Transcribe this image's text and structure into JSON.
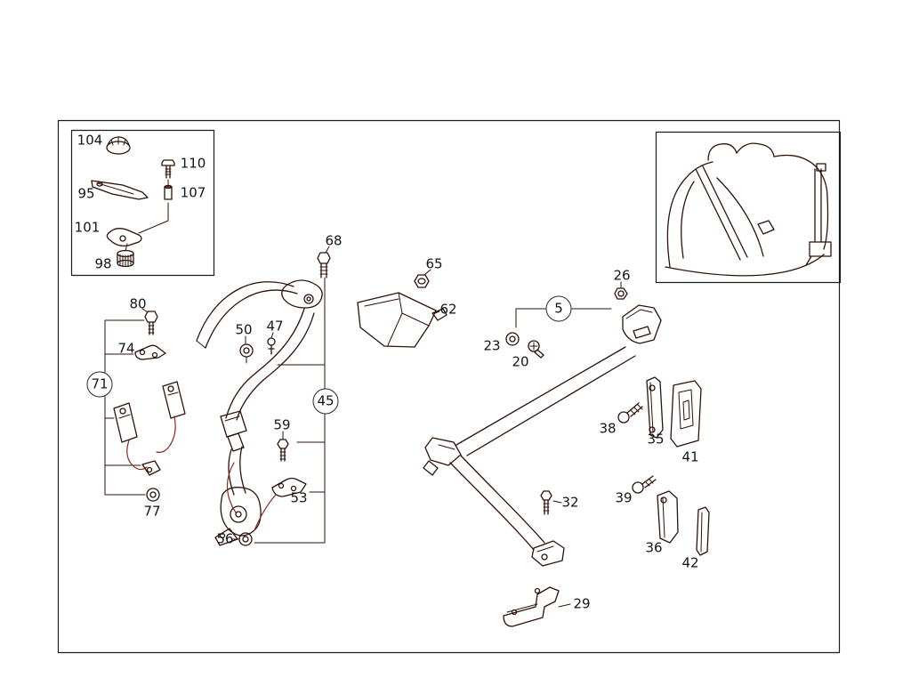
{
  "diagram": {
    "callouts": [
      {
        "label": "104",
        "circled": false
      },
      {
        "label": "110",
        "circled": false
      },
      {
        "label": "95",
        "circled": false
      },
      {
        "label": "107",
        "circled": false
      },
      {
        "label": "101",
        "circled": false
      },
      {
        "label": "98",
        "circled": false
      },
      {
        "label": "68",
        "circled": false
      },
      {
        "label": "65",
        "circled": false
      },
      {
        "label": "62",
        "circled": false
      },
      {
        "label": "26",
        "circled": false
      },
      {
        "label": "5",
        "circled": true
      },
      {
        "label": "23",
        "circled": false
      },
      {
        "label": "20",
        "circled": false
      },
      {
        "label": "80",
        "circled": false
      },
      {
        "label": "74",
        "circled": false
      },
      {
        "label": "71",
        "circled": true
      },
      {
        "label": "50",
        "circled": false
      },
      {
        "label": "47",
        "circled": false
      },
      {
        "label": "45",
        "circled": true
      },
      {
        "label": "59",
        "circled": false
      },
      {
        "label": "53",
        "circled": false
      },
      {
        "label": "77",
        "circled": false
      },
      {
        "label": "56",
        "circled": false
      },
      {
        "label": "38",
        "circled": false
      },
      {
        "label": "35",
        "circled": false
      },
      {
        "label": "41",
        "circled": false
      },
      {
        "label": "39",
        "circled": false
      },
      {
        "label": "36",
        "circled": false
      },
      {
        "label": "42",
        "circled": false
      },
      {
        "label": "32",
        "circled": false
      },
      {
        "label": "29",
        "circled": false
      }
    ],
    "colors": {
      "line": "#2e1208",
      "frame": "#1c1c1c",
      "cable": "#8a2a20",
      "background": "#ffffff"
    }
  }
}
